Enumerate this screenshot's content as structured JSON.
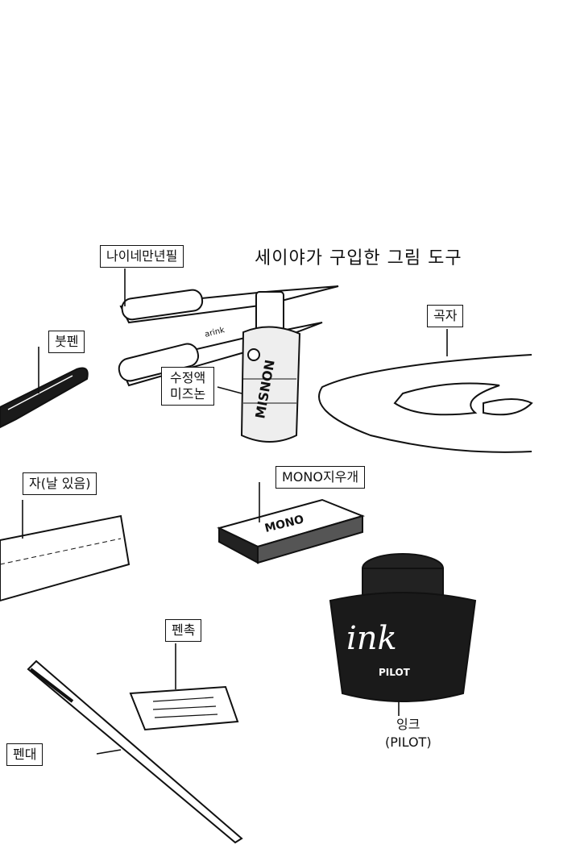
{
  "title": "세이야가 구입한 그림 도구",
  "labels": {
    "nylon_pen": "나이네만년필",
    "brush_pen": "붓펜",
    "correction_line1": "수정액",
    "correction_line2": "미즈논",
    "curve_ruler": "곡자",
    "ruler": "자(날 있음)",
    "eraser": "MONO지우개",
    "nib": "펜촉",
    "pen_holder": "펜대",
    "ink_line1": "잉크",
    "ink_line2": "(PILOT)"
  },
  "product_text": {
    "bottle_brand": "MISNON",
    "eraser_brand": "MONO",
    "ink_word": "ink",
    "ink_brand": "PILOT"
  }
}
